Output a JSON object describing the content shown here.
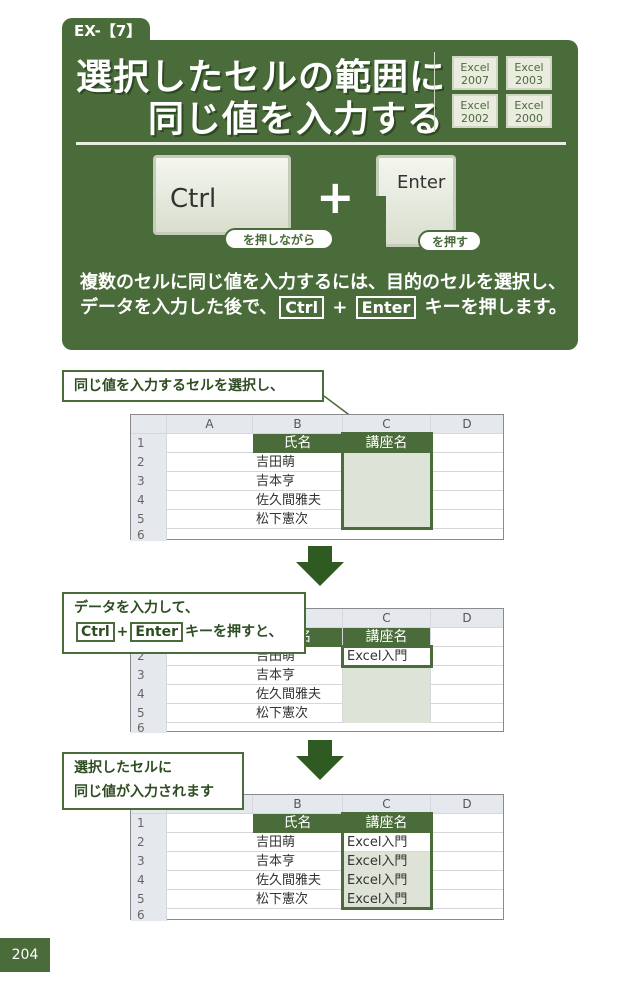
{
  "header": {
    "tag": "EX-【7】",
    "title_line1": "選択したセルの範囲に",
    "title_line2": "同じ値を入力する",
    "versions": [
      {
        "name": "Excel",
        "year": "2007"
      },
      {
        "name": "Excel",
        "year": "2003"
      },
      {
        "name": "Excel",
        "year": "2002"
      },
      {
        "name": "Excel",
        "year": "2000"
      }
    ]
  },
  "keys": {
    "ctrl": "Ctrl",
    "plus": "+",
    "enter": "Enter",
    "ctrl_caption": "を押しながら",
    "enter_caption": "を押す"
  },
  "description": {
    "part1": "複数のセルに同じ値を入力するには、目的のセルを選択し、データを入力した後で、",
    "key1": "Ctrl",
    "plus": " + ",
    "key2": "Enter",
    "part2": " キーを押します。"
  },
  "step1": {
    "callout": "同じ値を入力するセルを選択し、"
  },
  "step2": {
    "callout_line1": "データを入力して、",
    "key1": "Ctrl",
    "plus": "+",
    "key2": "Enter",
    "callout_tail": "キーを押すと、",
    "input_value": "Excel入門"
  },
  "step3": {
    "callout_line1": "選択したセルに",
    "callout_line2": "同じ値が入力されます",
    "fill_value": "Excel入門"
  },
  "sheet": {
    "columns": [
      "A",
      "B",
      "C",
      "D"
    ],
    "row_numbers": [
      "1",
      "2",
      "3",
      "4",
      "5",
      "6"
    ],
    "header_b": "氏名",
    "header_c": "講座名",
    "names": [
      "吉田萌",
      "吉本亨",
      "佐久間雅夫",
      "松下憲次"
    ]
  },
  "page_number": "204",
  "colors": {
    "accent": "#4a6b3a",
    "light_accent": "#dde3d6"
  }
}
